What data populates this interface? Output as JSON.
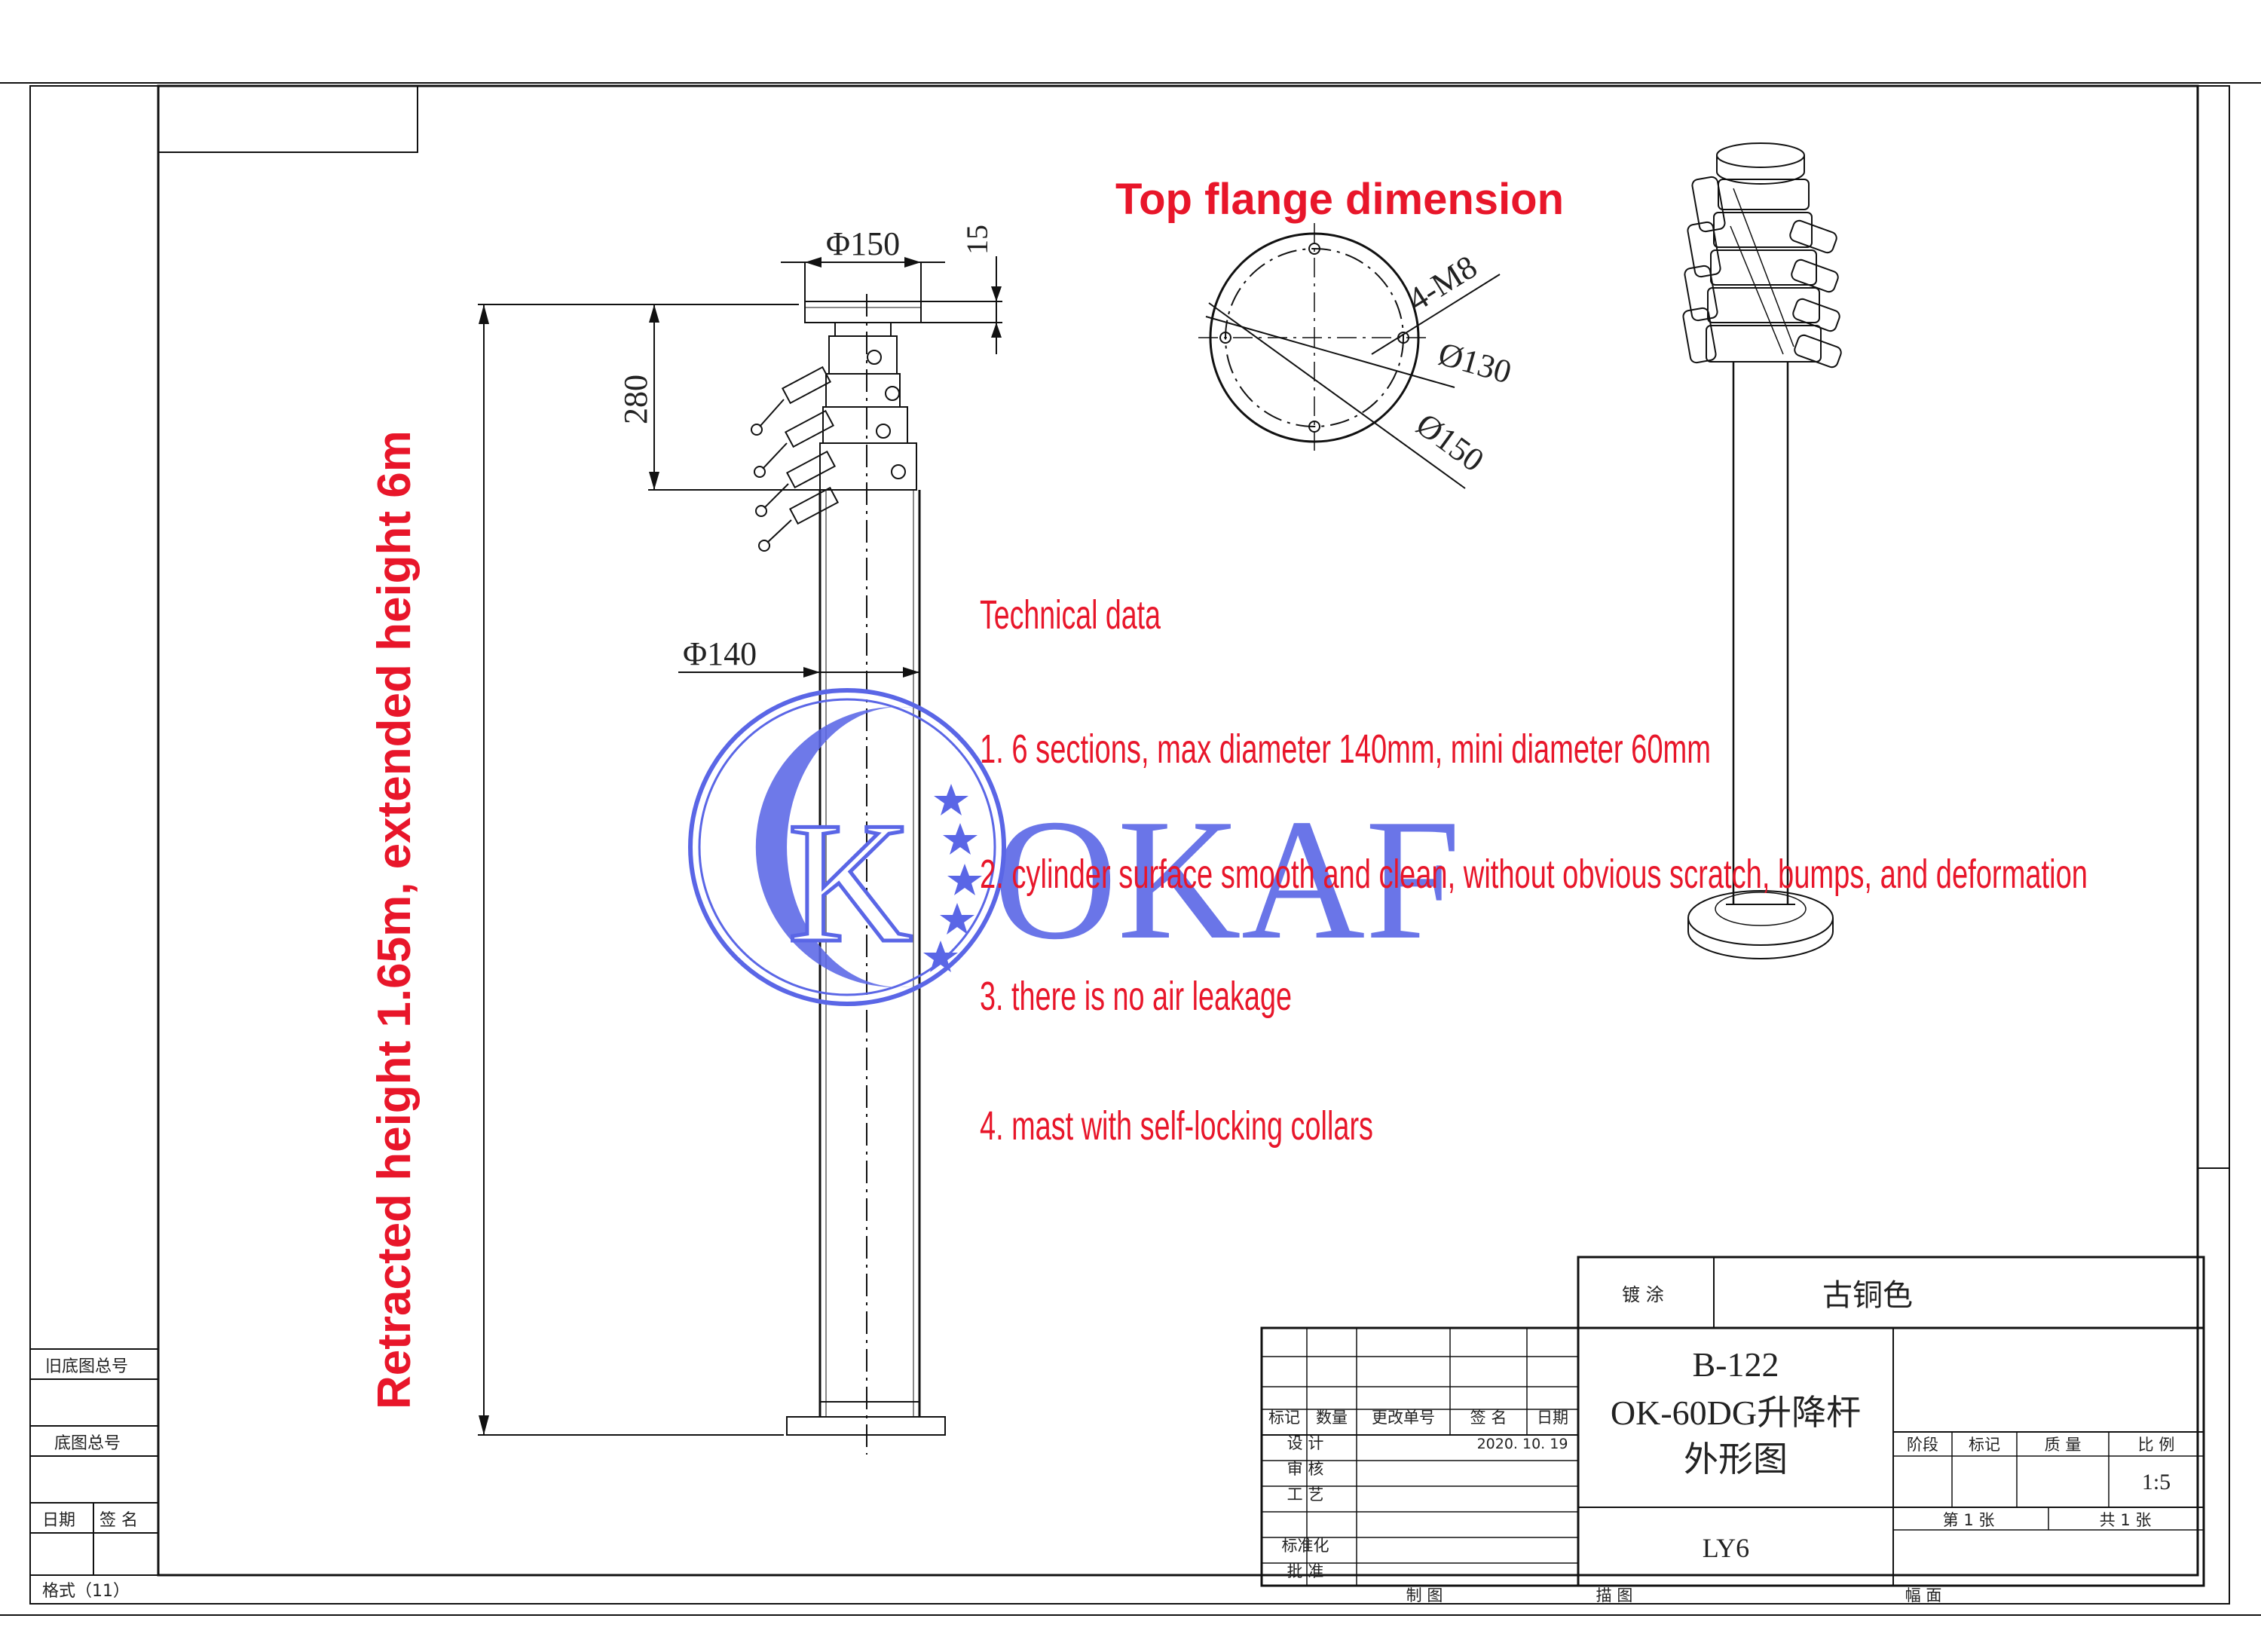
{
  "annotations": {
    "top_flange_title": "Top flange dimension",
    "retracted_extended": "Retracted height 1.65m, extended height 6m"
  },
  "dimensions": {
    "flange_dia": "Φ150",
    "flange_thickness": "15",
    "head_height": "280",
    "tube_dia": "Φ140",
    "bolts": "4-M8",
    "pcd": "Ø130",
    "outer_dia": "Ø150"
  },
  "technical_data": {
    "heading": "Technical data",
    "items": [
      "1. 6 sections, max diameter 140mm, mini diameter 60mm",
      "2. cylinder surface smooth and clean, without obvious scratch, bumps, and deformation",
      "3. there is no air leakage",
      "4. mast with self-locking collars"
    ]
  },
  "watermark": {
    "text": "OKAF",
    "letter": "K",
    "color": "#5a66e6"
  },
  "left_margin": {
    "old_drawing_no": "旧底图总号",
    "base_drawing_no": "底图总号",
    "date": "日期",
    "signature": "签 名",
    "format": "格式（11）"
  },
  "title_block": {
    "coating_label": "镀 涂",
    "coating_value": "古铜色",
    "drawing_no": "B-122",
    "product_line1": "OK-60DG升降杆",
    "product_line2": "外形图",
    "material_code": "LY6",
    "rev_headers": [
      "标记",
      "数量",
      "更改单号",
      "签 名",
      "日期"
    ],
    "design": "设 计",
    "date_value": "2020. 10. 19",
    "review": "审 核",
    "process": "工 艺",
    "standardize": "标准化",
    "approve": "批 准",
    "stage": "阶段",
    "mark": "标记",
    "weight": "质 量",
    "scale_label": "比 例",
    "scale_value": "1:5",
    "sheet": "第 1 张",
    "total": "共 1 张",
    "drawn": "制 图",
    "traced": "描 图",
    "format_label": "幅 面"
  },
  "colors": {
    "annotation_red": "#e8162a",
    "watermark_blue": "#5a66e6"
  }
}
